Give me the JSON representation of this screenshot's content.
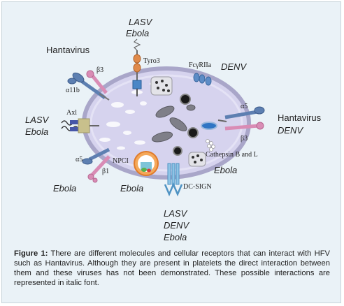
{
  "labels": {
    "top_lasv": "LASV",
    "top_ebola": "Ebola",
    "hantavirus_left": "Hantavirus",
    "lasv_left": "LASV",
    "ebola_left": "Ebola",
    "denv_top_right": "DENV",
    "hantavirus_right": "Hantavirus",
    "denv_right": "DENV",
    "ebola_lower_right": "Ebola",
    "ebola_bottom_left": "Ebola",
    "ebola_bottom_center": "Ebola",
    "bottom_lasv": "LASV",
    "bottom_denv": "DENV",
    "bottom_ebola": "Ebola"
  },
  "receptors": {
    "tyro3": "Tyro3",
    "beta3_left": "β3",
    "alpha2b": "α11b",
    "axl": "Axl",
    "alpha5_left": "α5",
    "beta1": "β1",
    "npc1": "NPCI",
    "fcgr": "FcγRIIa",
    "alpha5_right": "α5",
    "beta3_right": "β3",
    "cathepsin": "Cathepsin B and L",
    "dcsign": "DC-SIGN"
  },
  "caption": {
    "label": "Figure 1:",
    "text": " There are different molecules and cellular receptors that can interact with HFV such as Hantavirus. Although they are present in platelets the direct interaction between them and these viruses has not been demonstrated. These possible interactions are represented in italic font."
  },
  "colors": {
    "background": "#eaf2f7",
    "cell_fill": "#d6d3ee",
    "cell_membrane": "#a9a6c9",
    "integrin_blue": "#5d7fb1",
    "integrin_pink": "#d98cb5",
    "tyro3_orange": "#e08a4a",
    "dcsign_blue": "#8fc4e6"
  }
}
